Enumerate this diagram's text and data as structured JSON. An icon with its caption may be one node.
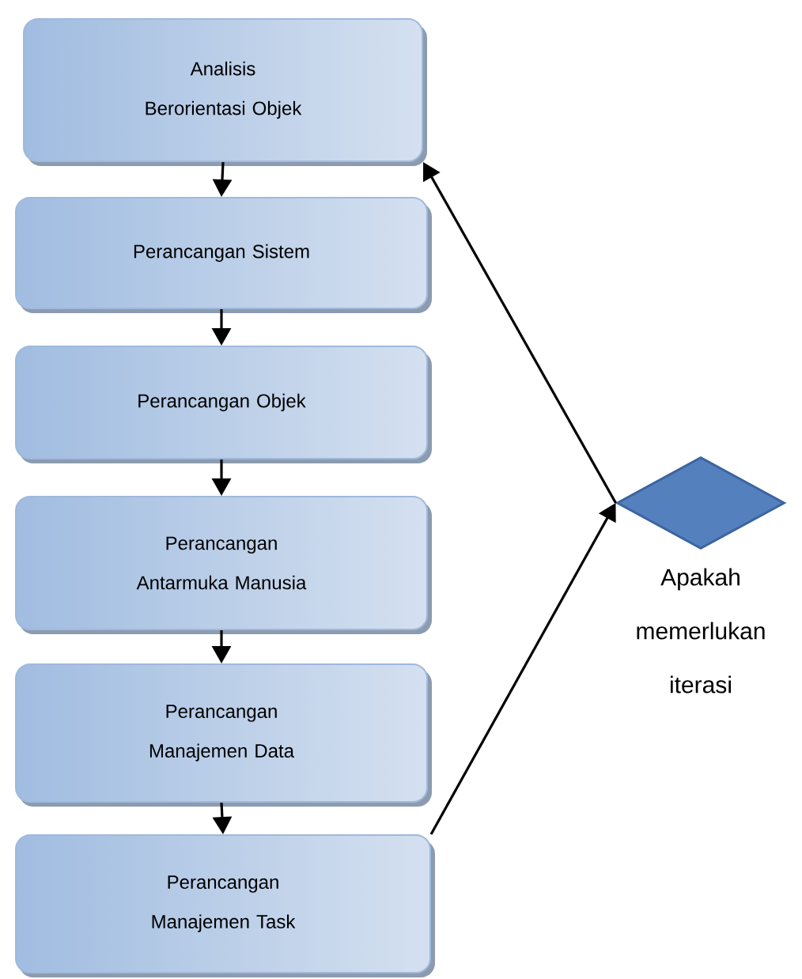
{
  "diagram": {
    "nodes": [
      {
        "text": [
          "Analisis Berorientasi Objek"
        ]
      },
      {
        "text": [
          "Perancangan Sistem"
        ]
      },
      {
        "text": [
          "Perancangan Objek"
        ]
      },
      {
        "text": [
          "Perancangan Antarmuka Manusia"
        ]
      },
      {
        "text": [
          "Perancangan Manajemen Data"
        ]
      },
      {
        "text": [
          "Perancangan Manajemen Task"
        ]
      },
      {
        "text": [],
        "shape": "diamond",
        "beside": [
          "Apakah memerlukan iterasi"
        ]
      }
    ],
    "edges": [
      {
        "from": 0,
        "to": 1,
        "arrow": "to"
      },
      {
        "from": 1,
        "to": 2,
        "arrow": "to"
      },
      {
        "from": 2,
        "to": 3,
        "arrow": "to"
      },
      {
        "from": 3,
        "to": 4,
        "arrow": "to"
      },
      {
        "from": 4,
        "to": 5,
        "arrow": "to"
      },
      {
        "from": 5,
        "to": 6,
        "arrow": "to"
      },
      {
        "from": 6,
        "to": 0,
        "arrow": "to"
      }
    ]
  }
}
